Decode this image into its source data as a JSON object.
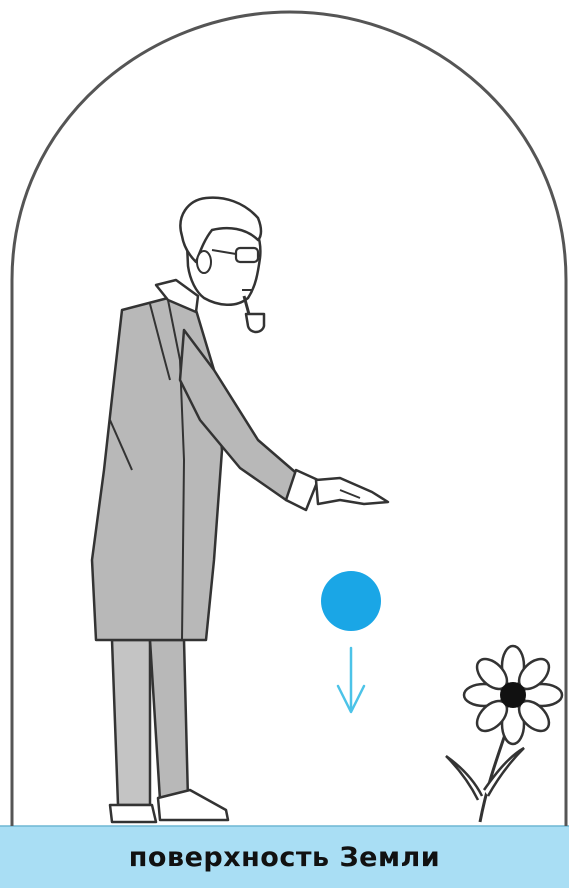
{
  "ground": {
    "label": "поверхность Земли"
  },
  "colors": {
    "ground_fill": "#a9def4",
    "ball_fill": "#1aa6e6",
    "arrow_stroke": "#4cc3e8",
    "coat_fill": "#b8b8b8",
    "outline": "#333333",
    "dome_stroke": "#555555",
    "flower_center": "#111111"
  },
  "icons": {
    "person": "scientist-figure",
    "ball": "falling-ball",
    "arrow": "down-arrow",
    "plant": "flower"
  }
}
